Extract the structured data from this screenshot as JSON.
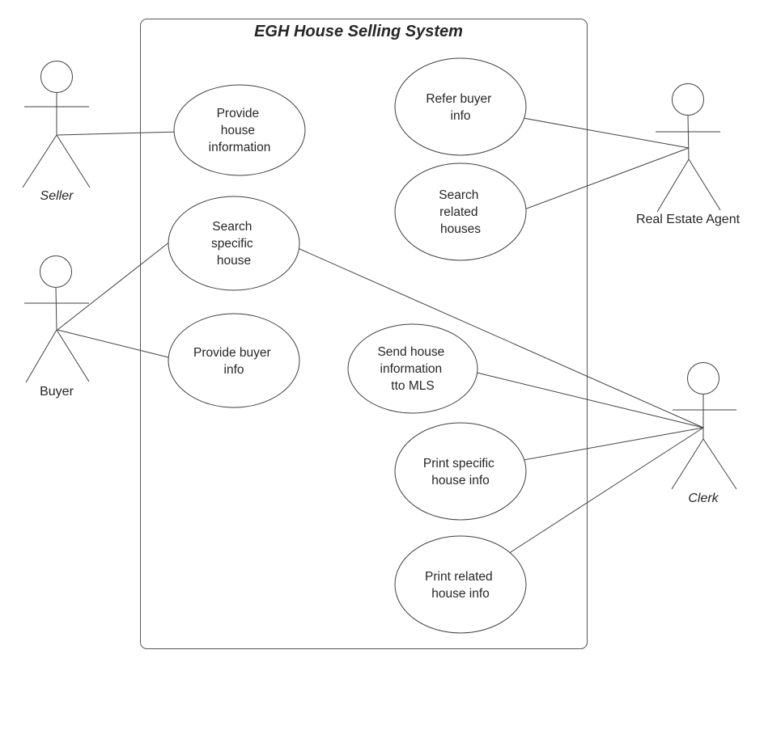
{
  "diagram": {
    "title": "EGH House Selling System",
    "type": "uml-use-case-diagram",
    "stroke_color": "#424242",
    "text_color": "#262626",
    "background_color": "#ffffff"
  },
  "actors": [
    {
      "name": "Seller",
      "label_style": "italic",
      "position": "outside-left-top"
    },
    {
      "name": "Buyer",
      "label_style": "normal",
      "position": "outside-left-middle"
    },
    {
      "name": "Real Estate Agent",
      "label_style": "normal",
      "position": "outside-right-top"
    },
    {
      "name": "Clerk",
      "label_style": "italic",
      "position": "outside-right-bottom"
    }
  ],
  "use_cases": [
    {
      "label": "Provide house information",
      "lines": [
        "Provide",
        "house",
        "information"
      ]
    },
    {
      "label": "Refer buyer info",
      "lines": [
        "Refer buyer",
        "info"
      ]
    },
    {
      "label": "Search related houses",
      "lines": [
        "Search",
        "related",
        "houses"
      ]
    },
    {
      "label": "Search specific house",
      "lines": [
        "Search",
        "specific",
        "house"
      ]
    },
    {
      "label": "Provide buyer info",
      "lines": [
        "Provide buyer",
        "info"
      ]
    },
    {
      "label": "Send house information tto MLS",
      "lines": [
        "Send house",
        "information",
        "tto MLS"
      ]
    },
    {
      "label": "Print specific house info",
      "lines": [
        "Print specific",
        "house info"
      ]
    },
    {
      "label": "Print related house info",
      "lines": [
        "Print related",
        "house info"
      ]
    }
  ],
  "associations": [
    {
      "from": "Seller",
      "to": "Provide house information"
    },
    {
      "from": "Buyer",
      "to": "Search specific house"
    },
    {
      "from": "Buyer",
      "to": "Provide buyer info"
    },
    {
      "from": "Real Estate Agent",
      "to": "Refer buyer info"
    },
    {
      "from": "Real Estate Agent",
      "to": "Search related houses"
    },
    {
      "from": "Clerk",
      "to": "Search specific house"
    },
    {
      "from": "Clerk",
      "to": "Send house information tto MLS"
    },
    {
      "from": "Clerk",
      "to": "Print specific house info"
    },
    {
      "from": "Clerk",
      "to": "Print related house info"
    }
  ]
}
